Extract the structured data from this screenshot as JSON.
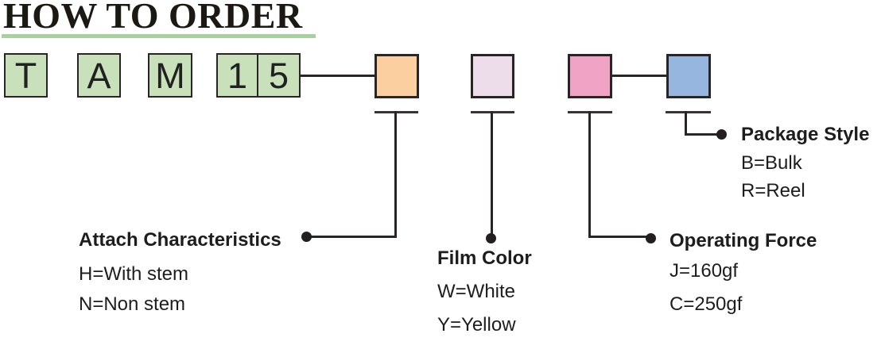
{
  "title": "HOW TO ORDER",
  "part_code": {
    "segments": [
      "T",
      "A",
      "M",
      "1",
      "5"
    ]
  },
  "groups": [
    {
      "name": "attach-characteristics",
      "label": "Attach Characteristics",
      "options": [
        "H=With stem",
        "N=Non stem"
      ],
      "box_color": "#fccfa0"
    },
    {
      "name": "film-color",
      "label": "Film Color",
      "options": [
        "W=White",
        "Y=Yellow"
      ],
      "box_color": "#eddcea"
    },
    {
      "name": "operating-force",
      "label": "Operating Force",
      "options": [
        "J=160gf",
        "C=250gf"
      ],
      "box_color": "#f1a3c6"
    },
    {
      "name": "package-style",
      "label": "Package Style",
      "options": [
        "B=Bulk",
        "R=Reel"
      ],
      "box_color": "#97b6df"
    }
  ],
  "colors": {
    "code_box_green": "#c8e1bb",
    "title_underline_green": "#a7d29d",
    "line_black": "#292526"
  }
}
